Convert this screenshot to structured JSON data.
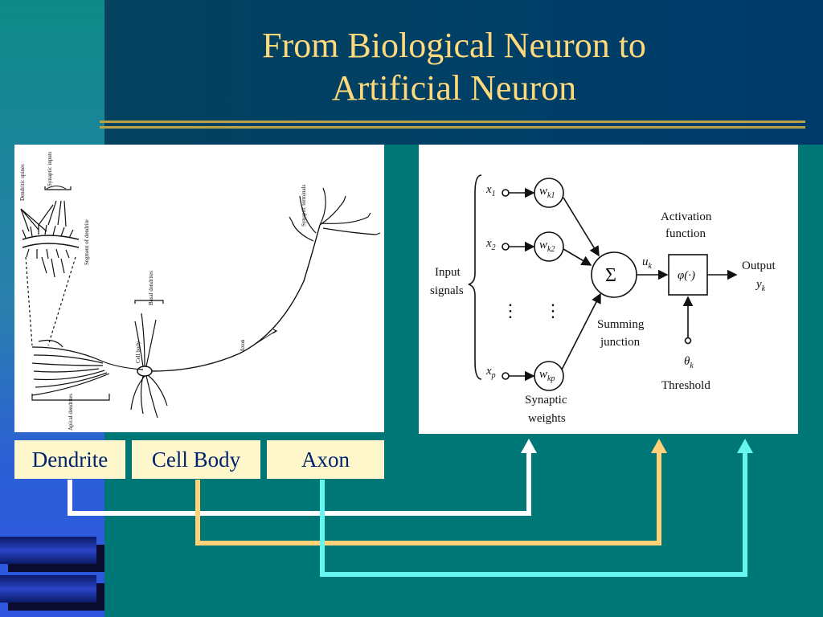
{
  "slide": {
    "title_line1": "From Biological Neuron to",
    "title_line2": "Artificial Neuron"
  },
  "biological_figure": {
    "labels": {
      "dendritic_spines": "Dendritic spines",
      "synaptic_inputs": "Synaptic inputs",
      "segment_of_dendrite": "Segment of dendrite",
      "basal_dendrites": "Basal dendrites",
      "cell_body": "Cell body",
      "axon": "Axon",
      "synaptic_terminals": "Synaptic terminals",
      "apical_dendrites": "Apical dendrites"
    }
  },
  "artificial_figure": {
    "input_signals_line1": "Input",
    "input_signals_line2": "signals",
    "inputs": [
      {
        "var": "x",
        "sub": "1",
        "weight": "w",
        "weight_sub": "k1"
      },
      {
        "var": "x",
        "sub": "2",
        "weight": "w",
        "weight_sub": "k2"
      },
      {
        "var": "x",
        "sub": "p",
        "weight": "w",
        "weight_sub": "kp"
      }
    ],
    "ellipsis": "⋮",
    "sum_symbol": "Σ",
    "summing_line1": "Summing",
    "summing_line2": "junction",
    "u_var": "u",
    "u_sub": "k",
    "activation_line1": "Activation",
    "activation_line2": "function",
    "activation_symbol": "φ(·)",
    "output_line1": "Output",
    "output_var": "y",
    "output_sub": "k",
    "theta_var": "θ",
    "theta_sub": "k",
    "threshold": "Threshold",
    "synaptic_line1": "Synaptic",
    "synaptic_line2": "weights"
  },
  "mapping_labels": {
    "dendrite": "Dendrite",
    "cell_body": "Cell Body",
    "axon": "Axon"
  },
  "colors": {
    "dendrite_arrow": "#ffffff",
    "cell_body_arrow": "#ffd27a",
    "axon_arrow": "#66f5f0",
    "title": "#ffd97a"
  }
}
